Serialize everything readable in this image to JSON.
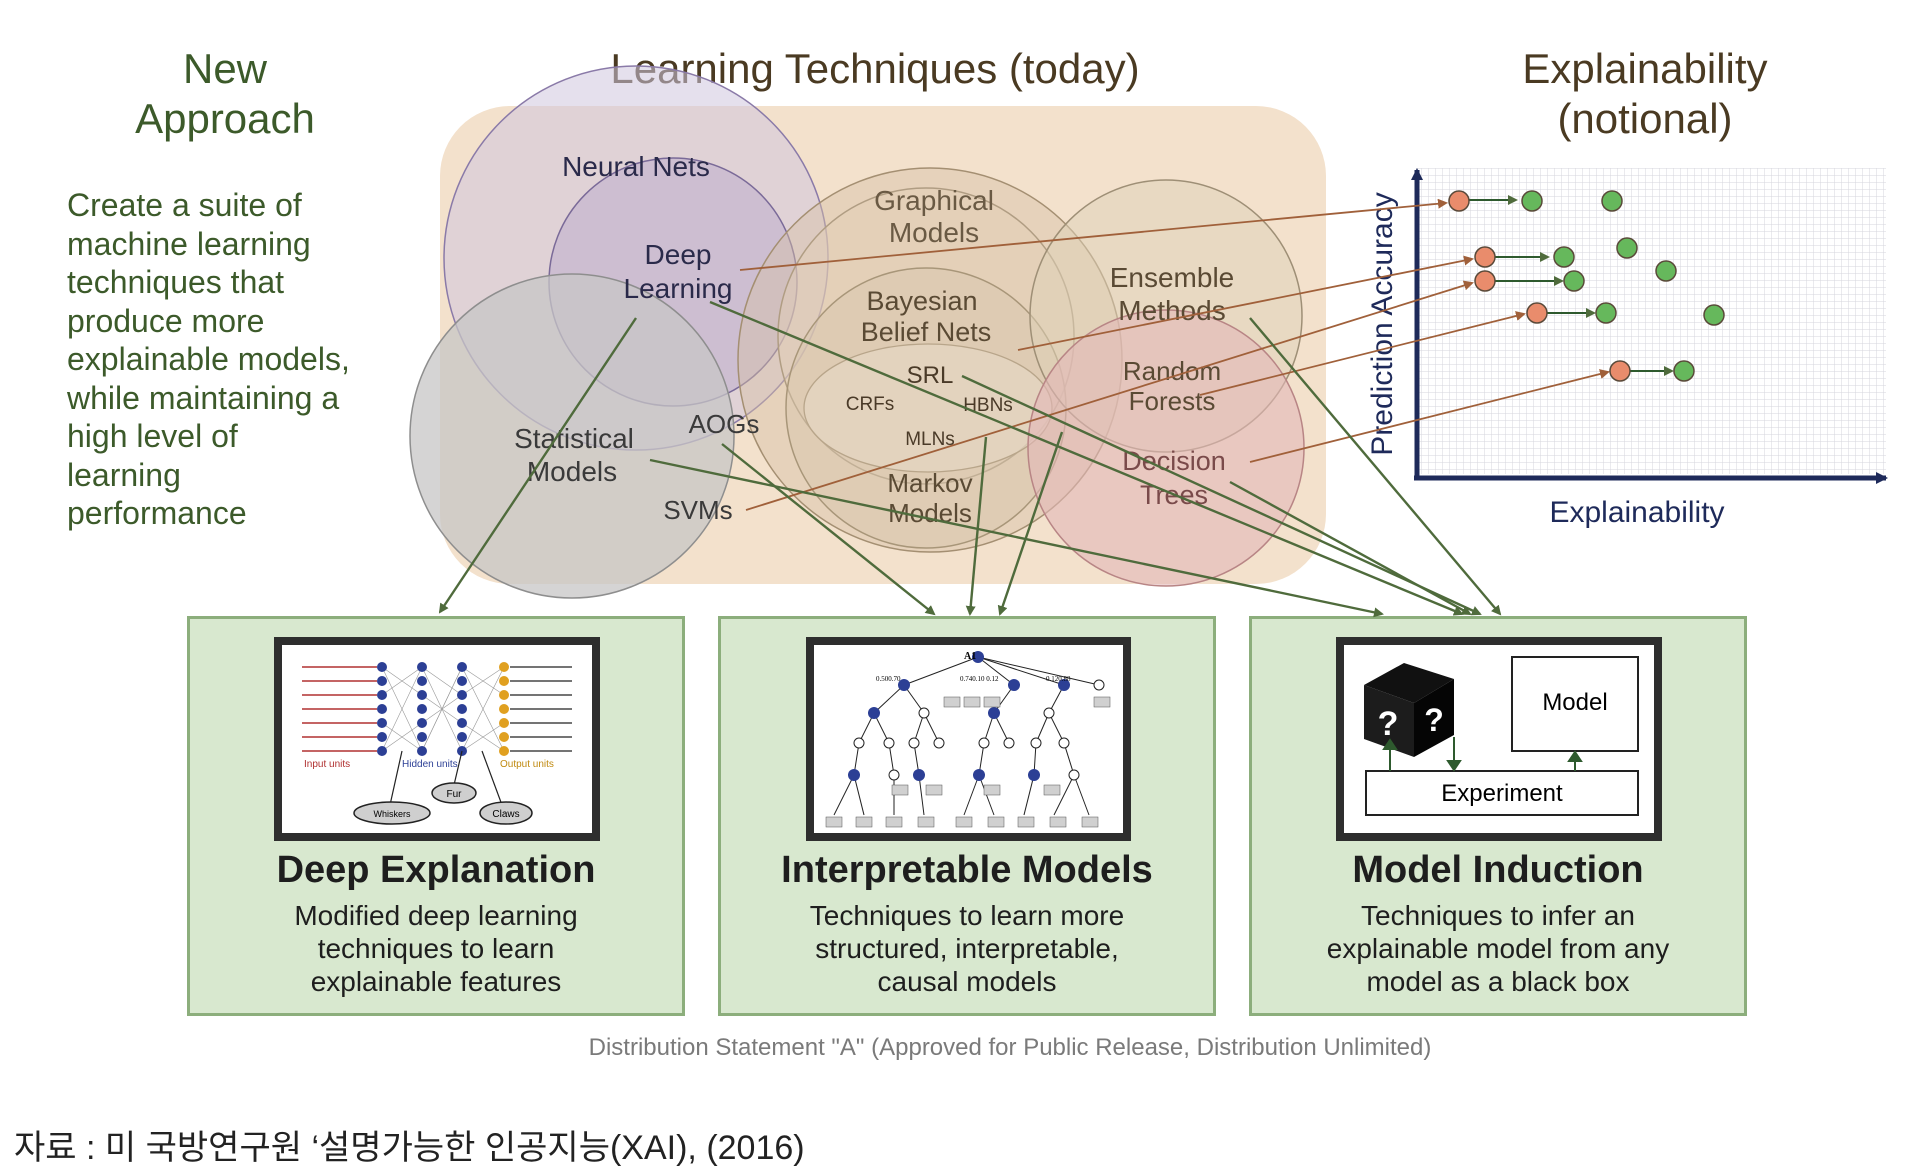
{
  "header": {
    "new_approach_line1": "New",
    "new_approach_line2": "Approach",
    "learning_title": "Learning Techniques (today)",
    "explain_line1": "Explainability",
    "explain_line2": "(notional)"
  },
  "description": [
    "Create a suite of",
    "machine learning",
    "techniques that",
    "produce more",
    "explainable models,",
    "while maintaining a",
    "high level of",
    "learning",
    "performance"
  ],
  "venn": {
    "neural_nets": "Neural Nets",
    "deep_learning_1": "Deep",
    "deep_learning_2": "Learning",
    "graphical_1": "Graphical",
    "graphical_2": "Models",
    "bayesian_1": "Bayesian",
    "bayesian_2": "Belief Nets",
    "ensemble_1": "Ensemble",
    "ensemble_2": "Methods",
    "random_1": "Random",
    "random_2": "Forests",
    "srl": "SRL",
    "crfs": "CRFs",
    "hbns": "HBNs",
    "mlns": "MLNs",
    "aogs": "AOGs",
    "statistical_1": "Statistical",
    "statistical_2": "Models",
    "svms": "SVMs",
    "markov_1": "Markov",
    "markov_2": "Models",
    "decision_1": "Decision",
    "decision_2": "Trees"
  },
  "plot": {
    "ylabel": "Prediction Accuracy",
    "xlabel": "Explainability"
  },
  "boxes": [
    {
      "title": "Deep Explanation",
      "sub": "Modified deep learning\ntechniques to learn\nexplainable features"
    },
    {
      "title": "Interpretable Models",
      "sub": "Techniques to learn more\nstructured, interpretable,\ncausal models"
    },
    {
      "title": "Model Induction",
      "sub": "Techniques to infer an\nexplainable model from any\nmodel as a black box"
    }
  ],
  "nn_labels": {
    "input": "Input units",
    "hidden": "Hidden units",
    "output": "Output units",
    "fur": "Fur",
    "whiskers": "Whiskers",
    "claws": "Claws"
  },
  "tree_labels": {
    "root": "A1",
    "n1": "0.500.70",
    "n2": "0.740.10 0.12",
    "n3": "0.120.88"
  },
  "induction": {
    "model": "Model",
    "experiment": "Experiment",
    "q": "?"
  },
  "footer": "Distribution Statement \"A\" (Approved for Public Release, Distribution Unlimited)",
  "source": "자료 : 미 국방연구원 ‘설명가능한 인공지능(XAI), (2016)",
  "colors": {
    "bg_region": "#f3e1cc",
    "box_fill": "#d8e8cf",
    "box_border": "#8cae7c",
    "arrow_green": "#4f6b3c",
    "arrow_brown": "#a0603a",
    "dot_orange": "#e98c6c",
    "dot_green": "#66b85c"
  }
}
